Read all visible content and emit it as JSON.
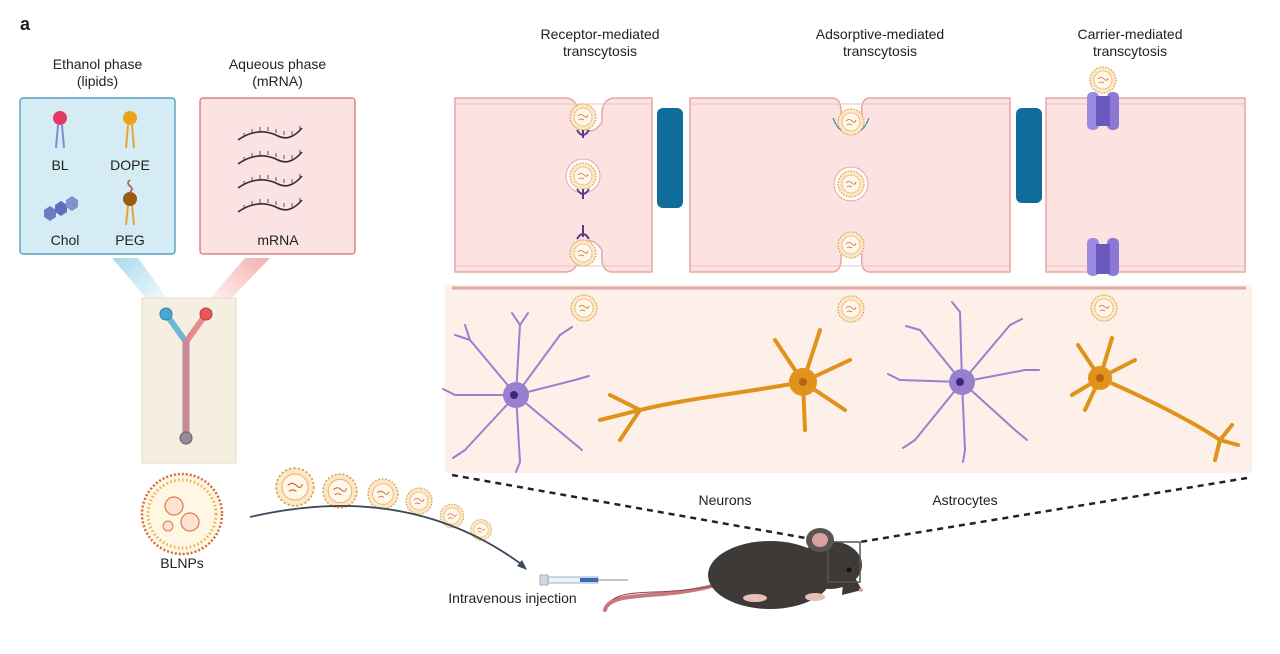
{
  "panel_letter": "a",
  "ethanol_phase": {
    "title_line1": "Ethanol phase",
    "title_line2": "(lipids)",
    "items": [
      "BL",
      "DOPE",
      "Chol",
      "PEG"
    ]
  },
  "aqueous_phase": {
    "title_line1": "Aqueous phase",
    "title_line2": "(mRNA)",
    "item": "mRNA"
  },
  "pathways": [
    {
      "line1": "Receptor-mediated",
      "line2": "transcytosis"
    },
    {
      "line1": "Adsorptive-mediated",
      "line2": "transcytosis"
    },
    {
      "line1": "Carrier-mediated",
      "line2": "transcytosis"
    }
  ],
  "cells": {
    "neurons": "Neurons",
    "astrocytes": "Astrocytes"
  },
  "blnps_label": "BLNPs",
  "injection_label": "Intravenous injection",
  "colors": {
    "ethanol_box": "#d6ecf4",
    "ethanol_border": "#3f8fb5",
    "aqueous_box": "#fbe3e3",
    "aqueous_border": "#d86b6b",
    "endothelium": "#fde2e2",
    "brain_bg": "#fdf0e8",
    "tight_junction": "#0f6c9b",
    "neuron": "#e0921a",
    "astrocyte": "#9a7fd0",
    "mouse": "#3e3a38"
  }
}
